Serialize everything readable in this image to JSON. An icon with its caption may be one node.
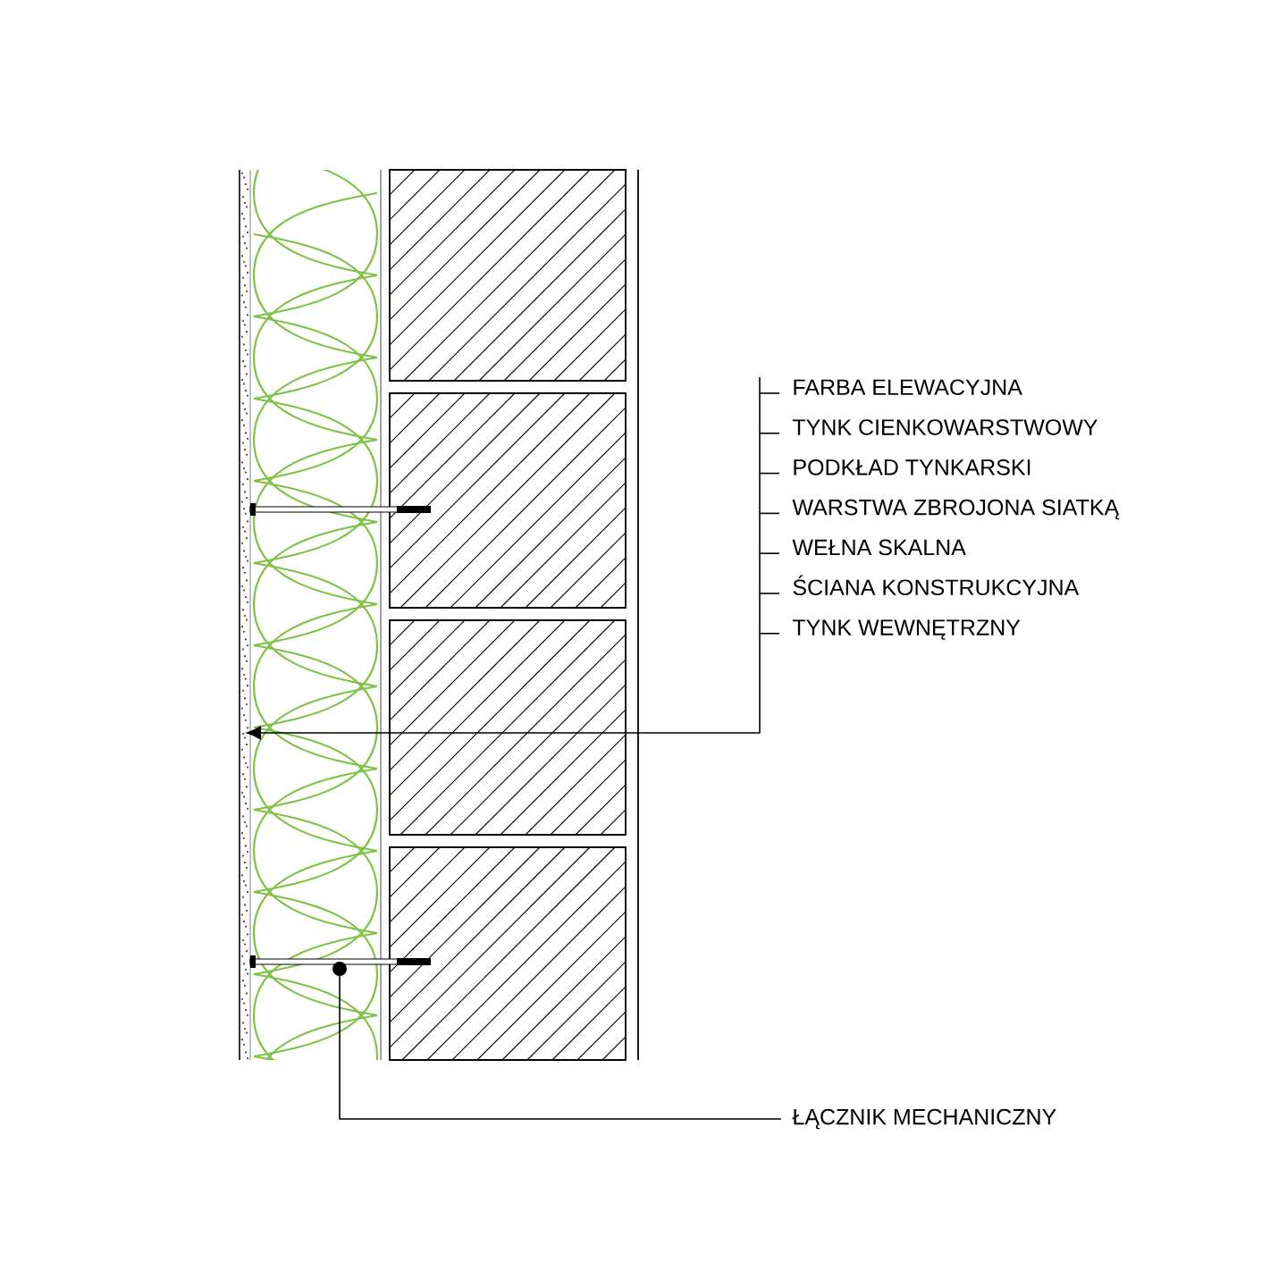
{
  "diagram": {
    "nodes": [
      {
        "text": [
          "FARBA ELEWACYJNA",
          "TYNK CIENKOWARSTWOWY",
          "PODKŁAD TYNKARSKI",
          "WARSTWA ZBROJONA SIATKĄ",
          "WEŁNA SKALNA",
          "ŚCIANA KONSTRUKCYJNA",
          "TYNK WEWNĘTRZNY"
        ]
      },
      {
        "text": [
          "ŁĄCZNIK MECHANICZNY"
        ]
      },
      {
        "text": [],
        "shape": "bar"
      },
      {
        "text": [],
        "shape": "bar"
      }
    ],
    "edges": [
      {
        "from": 0,
        "to": null,
        "arrow": "to"
      },
      {
        "from": 1,
        "to": 3,
        "arrow": "other"
      }
    ]
  }
}
